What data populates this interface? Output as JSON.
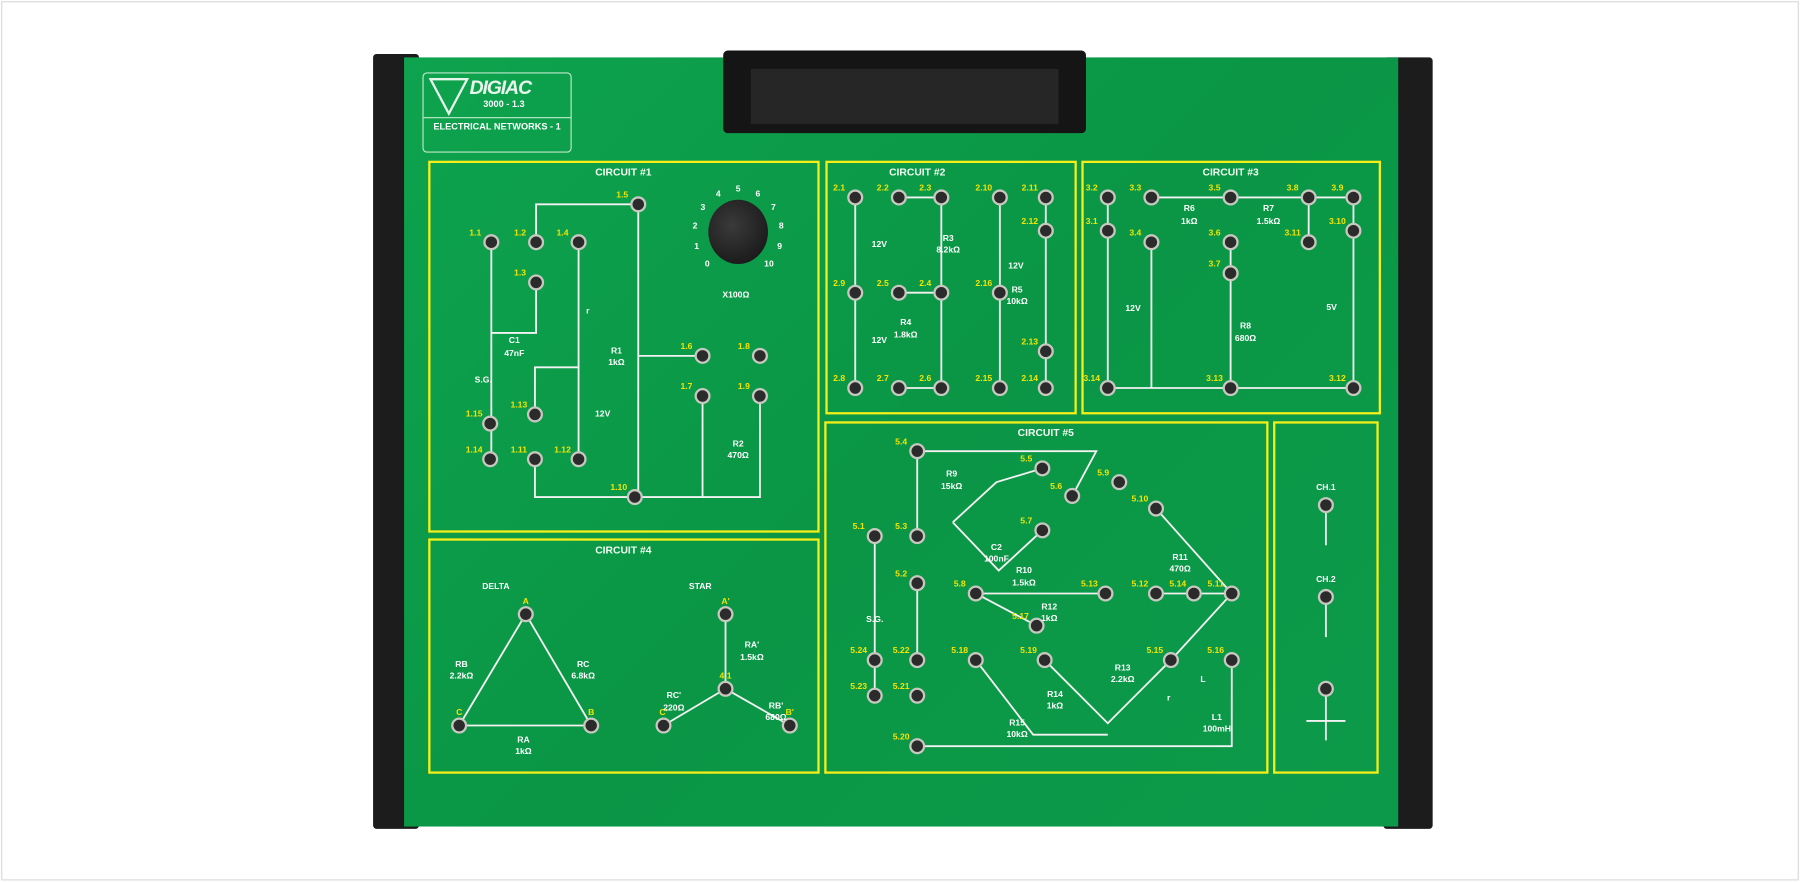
{
  "logo": {
    "brand": "DIGIAC",
    "model": "3000 - 1.3",
    "name": "ELECTRICAL NETWORKS - 1"
  },
  "colors": {
    "board": "#0a9645",
    "frame": "#f4ee1a",
    "node_label": "#f3e500",
    "rail": "#1c1c1c"
  },
  "dial": {
    "numbers": [
      "0",
      "1",
      "2",
      "3",
      "4",
      "5",
      "6",
      "7",
      "8",
      "9",
      "10"
    ],
    "unit": "X100Ω"
  },
  "circuits": [
    {
      "title": "CIRCUIT #1",
      "nodes": [
        "1.1",
        "1.2",
        "1.3",
        "1.4",
        "1.5",
        "1.6",
        "1.7",
        "1.8",
        "1.9",
        "1.10",
        "1.11",
        "1.12",
        "1.13",
        "1.14",
        "1.15"
      ],
      "labels": [
        "C1",
        "47nF",
        "r",
        "R1",
        "1kΩ",
        "12V",
        "R2",
        "470Ω",
        "S.G."
      ]
    },
    {
      "title": "CIRCUIT #2",
      "nodes": [
        "2.1",
        "2.2",
        "2.3",
        "2.4",
        "2.5",
        "2.6",
        "2.7",
        "2.8",
        "2.9",
        "2.10",
        "2.11",
        "2.12",
        "2.13",
        "2.14",
        "2.15",
        "2.16"
      ],
      "labels": [
        "12V",
        "R3",
        "8.2kΩ",
        "12V",
        "R5",
        "10kΩ",
        "R4",
        "1.8kΩ",
        "12V"
      ]
    },
    {
      "title": "CIRCUIT #3",
      "nodes": [
        "3.1",
        "3.2",
        "3.3",
        "3.4",
        "3.5",
        "3.6",
        "3.7",
        "3.8",
        "3.9",
        "3.10",
        "3.11",
        "3.12",
        "3.13",
        "3.14"
      ],
      "labels": [
        "R6",
        "1kΩ",
        "R7",
        "1.5kΩ",
        "12V",
        "R8",
        "680Ω",
        "5V"
      ]
    },
    {
      "title": "CIRCUIT #4",
      "nodes": [
        "A",
        "B",
        "C",
        "A'",
        "4.1",
        "C'",
        "B'"
      ],
      "labels": [
        "DELTA",
        "STAR",
        "RB",
        "2.2kΩ",
        "RC",
        "6.8kΩ",
        "RA",
        "1kΩ",
        "RA'",
        "1.5kΩ",
        "RC'",
        "220Ω",
        "RB'",
        "680Ω"
      ]
    },
    {
      "title": "CIRCUIT #5",
      "nodes": [
        "5.1",
        "5.2",
        "5.3",
        "5.4",
        "5.5",
        "5.6",
        "5.7",
        "5.8",
        "5.9",
        "5.10",
        "5.11",
        "5.12",
        "5.13",
        "5.14",
        "5.15",
        "5.16",
        "5.17",
        "5.18",
        "5.19",
        "5.20",
        "5.21",
        "5.22",
        "5.23",
        "5.24"
      ],
      "labels": [
        "R9",
        "15kΩ",
        "C2",
        "100nF",
        "R10",
        "1.5kΩ",
        "R12",
        "1kΩ",
        "R11",
        "470Ω",
        "R13",
        "2.2kΩ",
        "R14",
        "1kΩ",
        "R15",
        "10kΩ",
        "L1",
        "100mH",
        "L",
        "r",
        "S.G."
      ]
    }
  ],
  "scope": {
    "channels": [
      "CH.1",
      "CH.2"
    ]
  }
}
